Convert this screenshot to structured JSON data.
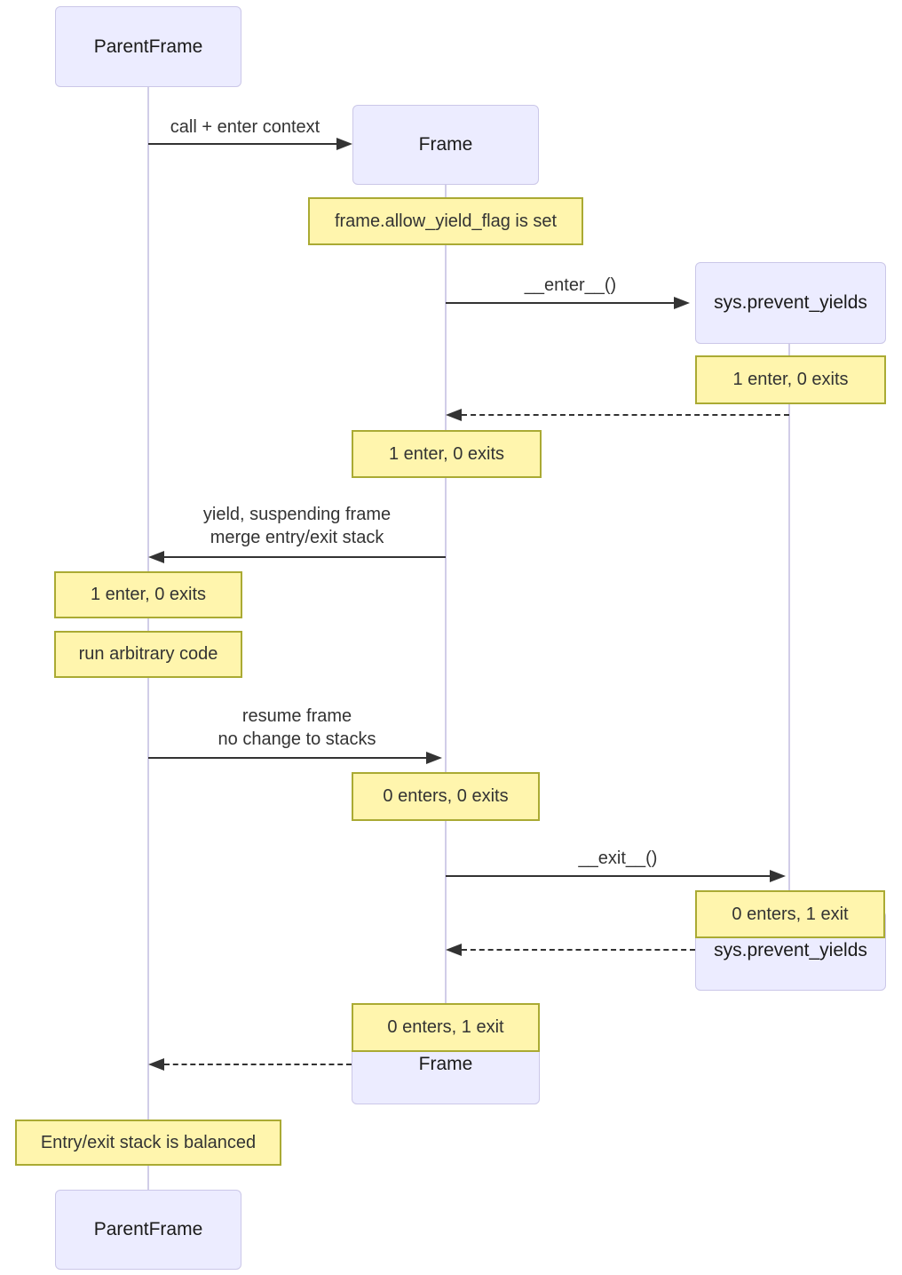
{
  "diagram_type": "sequence",
  "actors": {
    "parent_top": "ParentFrame",
    "frame_top": "Frame",
    "sys_top": "sys.prevent_yields",
    "sys_bottom": "sys.prevent_yields",
    "frame_bottom": "Frame",
    "parent_bottom": "ParentFrame"
  },
  "messages": {
    "call_enter": "call + enter context",
    "enter_call": "__enter__()",
    "yield_line1": "yield, suspending frame",
    "yield_line2": "merge entry/exit stack",
    "resume_line1": "resume frame",
    "resume_line2": "no change to stacks",
    "exit_call": "__exit__()"
  },
  "notes": {
    "flag_set": "frame.allow_yield_flag is set",
    "sys_after_enter": "1 enter, 0 exits",
    "frame_after_enter": "1 enter, 0 exits",
    "parent_after_yield": "1 enter, 0 exits",
    "run_code": "run arbitrary code",
    "frame_after_resume": "0 enters, 0 exits",
    "sys_after_exit": "0 enters, 1 exit",
    "frame_after_exit": "0 enters, 1 exit",
    "balanced": "Entry/exit stack is balanced"
  },
  "colors": {
    "actor_fill": "#ECECFF",
    "actor_border": "#CBC7E8",
    "note_fill": "#FFF5AD",
    "note_border": "#AAAA33",
    "lifeline": "#D1CDE8",
    "arrow": "#333333",
    "text": "#333333",
    "actor_text": "#1A1A1A",
    "bg": "#FFFFFF"
  }
}
